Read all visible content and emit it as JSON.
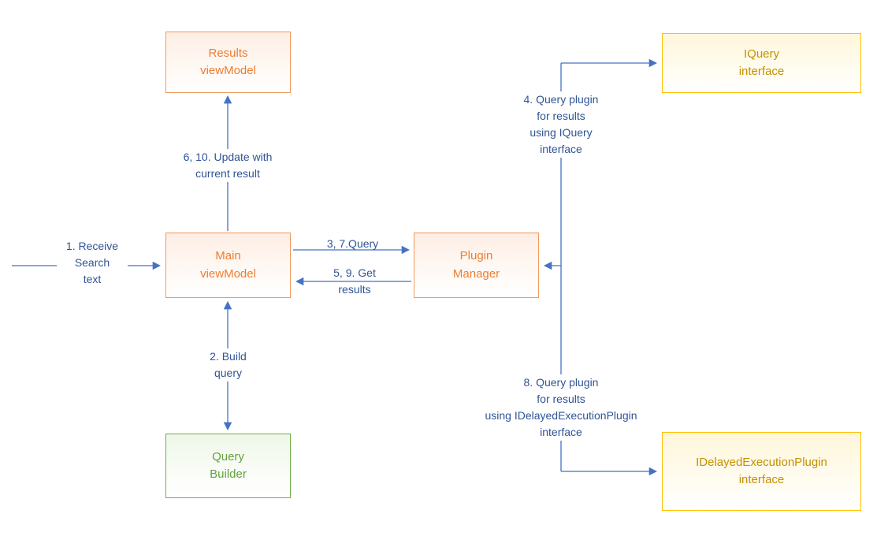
{
  "diagram": {
    "boxes": {
      "results_viewmodel": {
        "label": "Results\nviewModel"
      },
      "iquery_interface": {
        "label": "IQuery\ninterface"
      },
      "main_viewmodel": {
        "label": "Main\nviewModel"
      },
      "plugin_manager": {
        "label": "Plugin\nManager"
      },
      "query_builder": {
        "label": "Query\nBuilder"
      },
      "idelayedexecutionplugin_interface": {
        "label": "IDelayedExecutionPlugin\ninterface"
      }
    },
    "connector_labels": {
      "receive_search_text": "1. Receive\nSearch\ntext",
      "update_with_current_result": "6, 10. Update with\ncurrent result",
      "query": "3, 7.Query",
      "get_results": "5, 9. Get\nresults",
      "build_query": "2. Build\nquery",
      "query_plugin_iquery": "4. Query plugin\nfor results\nusing IQuery\ninterface",
      "query_plugin_idelayed": "8. Query plugin\nfor results\nusing IDelayedExecutionPlugin\ninterface"
    },
    "colors": {
      "orange_border": "#F0995C",
      "orange_text": "#ED7D31",
      "gold_border": "#FFC000",
      "gold_text": "#C49000",
      "green_border": "#70AD47",
      "green_text": "#61A03B",
      "arrow": "#4472C4",
      "label_text": "#2F5496"
    }
  }
}
